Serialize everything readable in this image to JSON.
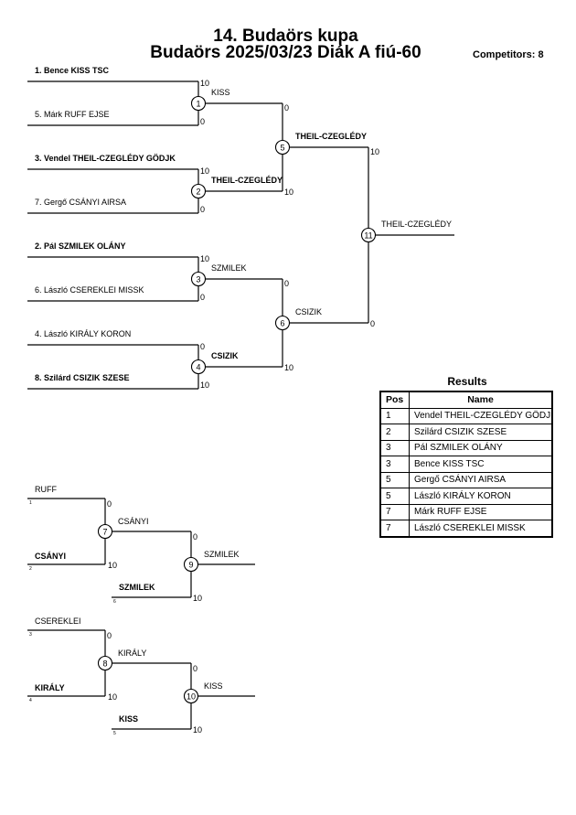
{
  "header": {
    "title": "14. Budaörs kupa",
    "subtitle": "Budaörs 2025/03/23 Diák A fiú-60",
    "competitors": "Competitors: 8"
  },
  "players": [
    {
      "label": "1. Bence KISS TSC",
      "bold": true
    },
    {
      "label": "5. Márk RUFF EJSE",
      "bold": false
    },
    {
      "label": "3. Vendel THEIL-CZEGLÉDY GÖDJK",
      "bold": true
    },
    {
      "label": "7. Gergő CSÁNYI AIRSA",
      "bold": false
    },
    {
      "label": "2. Pál SZMILEK OLÁNY",
      "bold": true
    },
    {
      "label": "6. László CSEREKLEI MISSK",
      "bold": false
    },
    {
      "label": "4. László KIRÁLY KORON",
      "bold": false
    },
    {
      "label": "8. Szilárd CSIZIK SZESE",
      "bold": true
    }
  ],
  "round1": [
    {
      "num": "1",
      "winner": "KISS",
      "bold": false,
      "score_top": "10",
      "score_bottom": "0"
    },
    {
      "num": "2",
      "winner": "THEIL-CZEGLÉDY",
      "bold": true,
      "score_top": "10",
      "score_bottom": "0"
    },
    {
      "num": "3",
      "winner": "SZMILEK",
      "bold": false,
      "score_top": "10",
      "score_bottom": "0"
    },
    {
      "num": "4",
      "winner": "CSIZIK",
      "bold": true,
      "score_top": "0",
      "score_bottom": "10"
    }
  ],
  "semis": [
    {
      "num": "5",
      "winner": "THEIL-CZEGLÉDY",
      "bold": true,
      "score_top": "0",
      "score_bottom": "10"
    },
    {
      "num": "6",
      "winner": "CSIZIK",
      "bold": false,
      "score_top": "0",
      "score_bottom": "10"
    }
  ],
  "final": {
    "num": "11",
    "winner": "THEIL-CZEGLÉDY",
    "bold": false,
    "score_top": "10",
    "score_bottom": "0"
  },
  "repechage": [
    {
      "entrants": [
        {
          "name": "RUFF",
          "seed": "1",
          "bold": false
        },
        {
          "name": "CSÁNYI",
          "seed": "2",
          "bold": true
        },
        {
          "name": "SZMILEK",
          "seed": "6",
          "bold": true
        }
      ],
      "first": {
        "num": "7",
        "winner": "CSÁNYI",
        "score_top": "0",
        "score_bottom": "10"
      },
      "second": {
        "num": "9",
        "winner": "SZMILEK",
        "score_top": "0",
        "score_bottom": "10"
      }
    },
    {
      "entrants": [
        {
          "name": "CSEREKLEI",
          "seed": "3",
          "bold": false
        },
        {
          "name": "KIRÁLY",
          "seed": "4",
          "bold": true
        },
        {
          "name": "KISS",
          "seed": "5",
          "bold": true
        }
      ],
      "first": {
        "num": "8",
        "winner": "KIRÁLY",
        "score_top": "0",
        "score_bottom": "10"
      },
      "second": {
        "num": "10",
        "winner": "KISS",
        "score_top": "0",
        "score_bottom": "10"
      }
    }
  ],
  "results": {
    "title": "Results",
    "headers": {
      "pos": "Pos",
      "name": "Name"
    },
    "rows": [
      {
        "pos": "1",
        "name": "Vendel THEIL-CZEGLÉDY GÖDJK"
      },
      {
        "pos": "2",
        "name": "Szilárd CSIZIK SZESE"
      },
      {
        "pos": "3",
        "name": "Pál SZMILEK OLÁNY"
      },
      {
        "pos": "3",
        "name": "Bence KISS TSC"
      },
      {
        "pos": "5",
        "name": "Gergő CSÁNYI AIRSA"
      },
      {
        "pos": "5",
        "name": "László KIRÁLY KORON"
      },
      {
        "pos": "7",
        "name": "Márk RUFF EJSE"
      },
      {
        "pos": "7",
        "name": "László CSEREKLEI MISSK"
      }
    ]
  }
}
